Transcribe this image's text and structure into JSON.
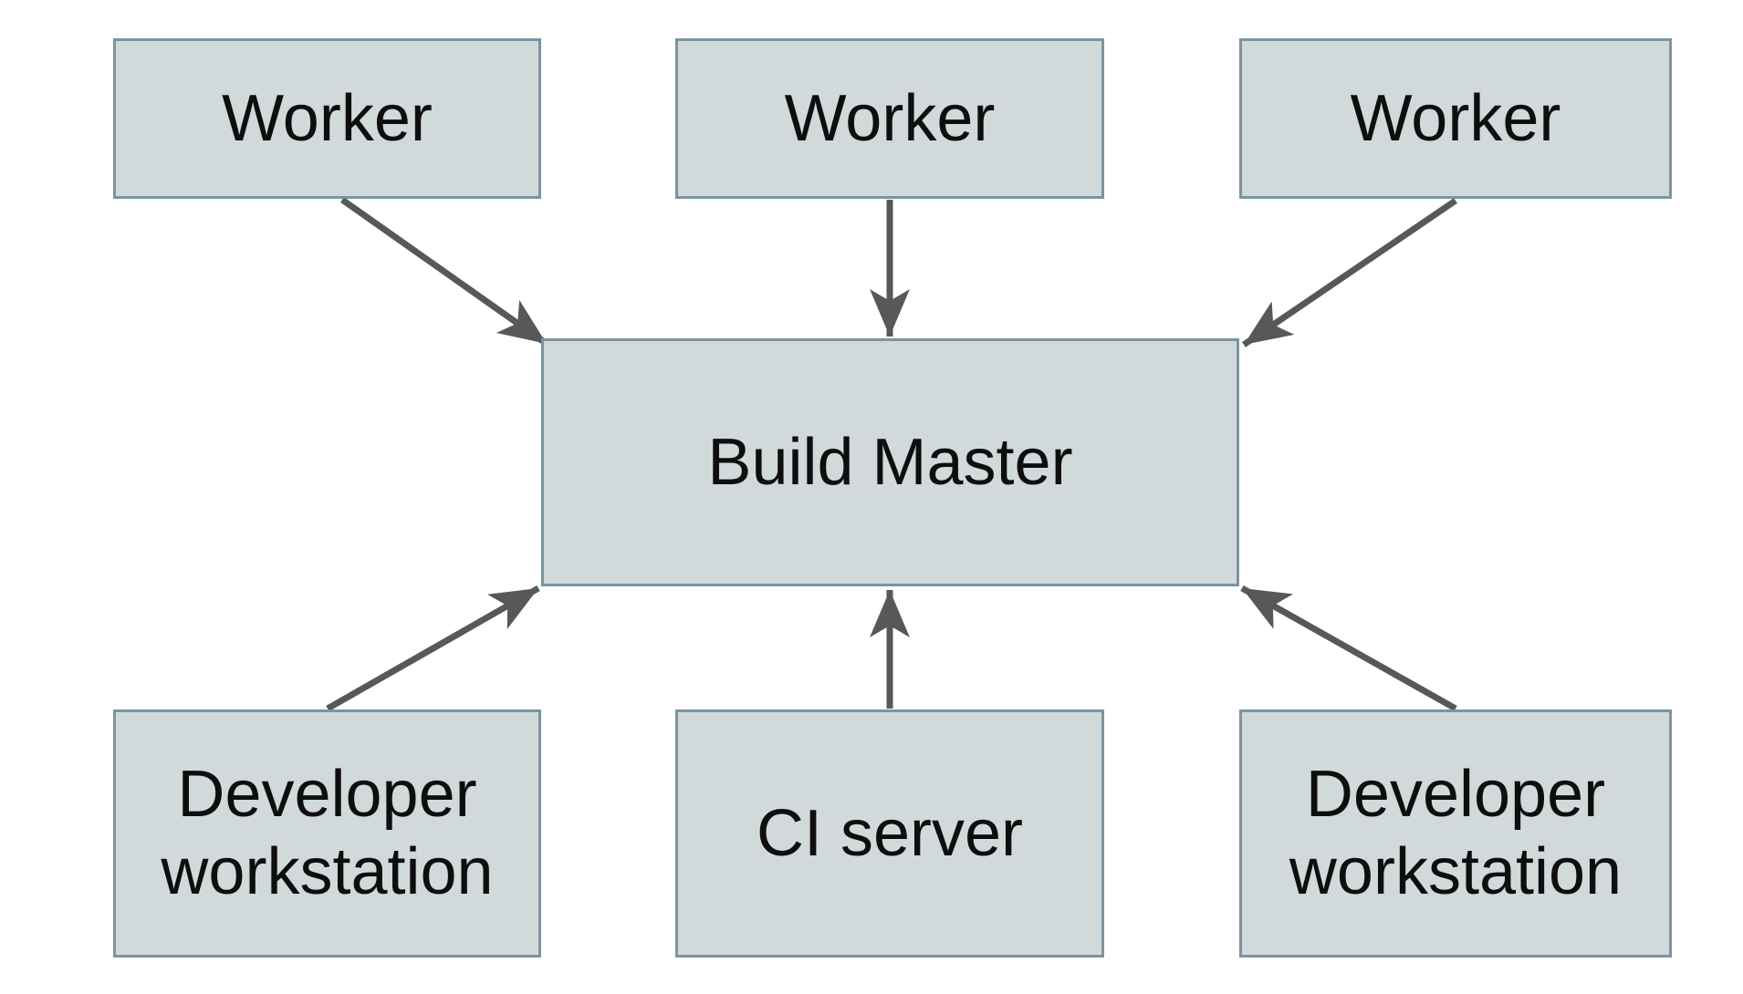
{
  "diagram": {
    "title": "",
    "nodes": [
      {
        "id": "worker-1",
        "label": "Worker",
        "row": "top"
      },
      {
        "id": "worker-2",
        "label": "Worker",
        "row": "top"
      },
      {
        "id": "worker-3",
        "label": "Worker",
        "row": "top"
      },
      {
        "id": "build-master",
        "label": "Build Master",
        "row": "middle"
      },
      {
        "id": "developer-workstation-1",
        "label": "Developer workstation",
        "row": "bottom"
      },
      {
        "id": "ci-server",
        "label": "CI server",
        "row": "bottom"
      },
      {
        "id": "developer-workstation-2",
        "label": "Developer workstation",
        "row": "bottom"
      }
    ],
    "edges": [
      {
        "from": "worker-1",
        "to": "build-master",
        "arrow": "to"
      },
      {
        "from": "worker-2",
        "to": "build-master",
        "arrow": "to"
      },
      {
        "from": "worker-3",
        "to": "build-master",
        "arrow": "to"
      },
      {
        "from": "developer-workstation-1",
        "to": "build-master",
        "arrow": "to"
      },
      {
        "from": "ci-server",
        "to": "build-master",
        "arrow": "to"
      },
      {
        "from": "developer-workstation-2",
        "to": "build-master",
        "arrow": "to"
      }
    ],
    "colors": {
      "background": "#ffffff",
      "node_fill": "#d1d9da",
      "node_border": "#7b95a1",
      "arrow": "#57585a",
      "text": "#0e0e0e"
    }
  }
}
